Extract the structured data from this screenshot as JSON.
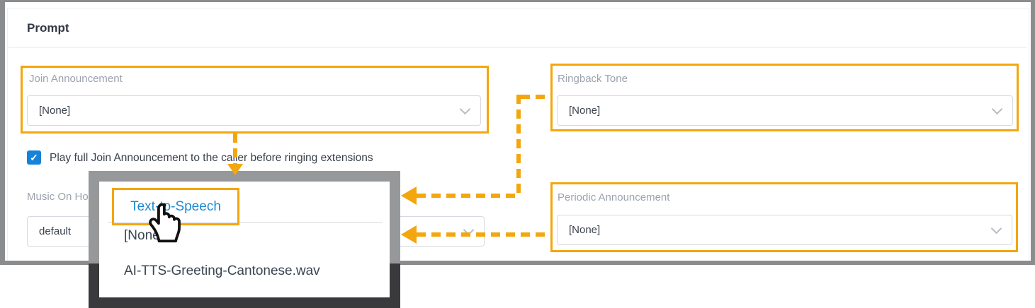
{
  "colors": {
    "accent-orange": "#F3A60D",
    "checkbox-blue": "#1583D8",
    "option-link-blue": "#1B8AD2",
    "frame-gray": "#8B8C8E",
    "popup-frame-top": "#97989A",
    "popup-frame-bottom": "#3A3A3C"
  },
  "panel": {
    "title": "Prompt"
  },
  "fields": {
    "join_announcement": {
      "label": "Join Announcement",
      "value": "[None]"
    },
    "ringback_tone": {
      "label": "Ringback Tone",
      "value": "[None]"
    },
    "music_on_hold": {
      "label": "Music On Hold",
      "value": "default"
    },
    "periodic_announcement": {
      "label": "Periodic Announcement",
      "value": "[None]"
    }
  },
  "checkbox": {
    "checked": true,
    "label": "Play full Join Announcement to the caller before ringing extensions"
  },
  "popup": {
    "options": [
      {
        "label": "Text-to-Speech",
        "highlighted": true
      },
      {
        "label": "[None]",
        "highlighted": false
      },
      {
        "label": "AI-TTS-Greeting-Cantonese.wav",
        "highlighted": false
      }
    ]
  },
  "icons": {
    "check": "✓"
  }
}
